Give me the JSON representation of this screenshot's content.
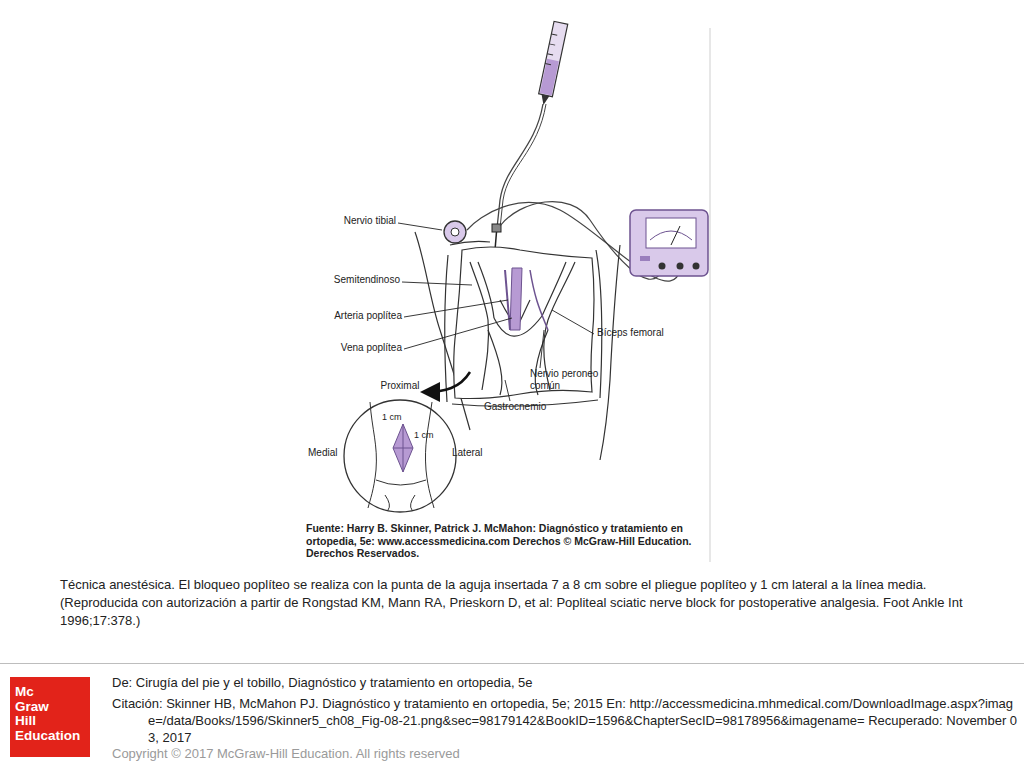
{
  "diagram": {
    "caption": "Técnica anestésica. El bloqueo poplíteo se realiza con la punta de la aguja insertada 7 a 8 cm sobre el pliegue poplíteo y 1 cm lateral a la línea media. (Reproducida con autorización a partir de Rongstad KM, Mann RA, Prieskorn D, et al: Popliteal sciatic nerve block for postoperative analgesia. Foot Ankle Int 1996;17:378.)",
    "nodes": [
      {
        "text": [
          "Mc Graw Hill Education"
        ]
      }
    ],
    "labels": [
      "Nervio tibial",
      "Semitendinoso",
      "Arteria poplítea",
      "Vena poplítea",
      "Bíceps femoral",
      "Nervio peroneo común",
      "Gastrocnemio",
      "Proximal",
      "1 cm",
      "1 cm",
      "Medial",
      "Lateral",
      "Fuente: Harry B. Skinner, Patrick J. McMahon: Diagnóstico y tratamiento en ortopedia, 5e: www.accessmedicina.com Derechos © McGraw-Hill Education. Derechos Reservados.",
      "De: Cirugía del pie y el tobillo, Diagnóstico y tratamiento en ortopedia, 5e",
      "Citación: Skinner HB, McMahon PJ. Diagnóstico y tratamiento en ortopedia, 5e; 2015 En: http://accessmedicina.mhmedical.com/DownloadImage.aspx?image=/data/Books/1596/Skinner5_ch08_Fig-08-21.png&sec=98179142&BookID=1596&ChapterSecID=98178956&imagename= Recuperado: November 03, 2017",
      "Copyright © 2017 McGraw-Hill Education. All rights reserved"
    ]
  }
}
